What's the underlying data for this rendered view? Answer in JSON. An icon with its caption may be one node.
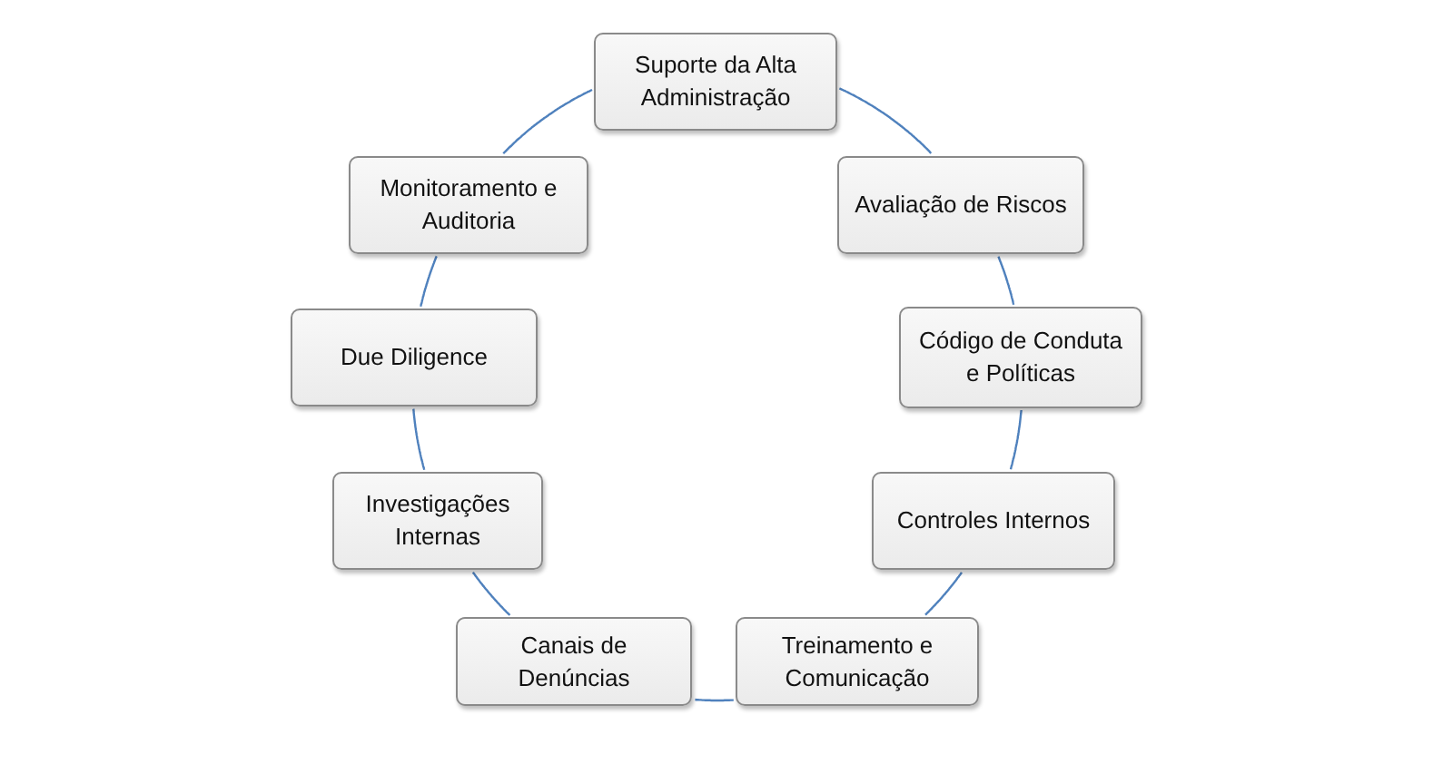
{
  "diagram": {
    "nodes": [
      {
        "text": [
          "Suporte da Alta Administração"
        ]
      },
      {
        "text": [
          "Avaliação de Riscos"
        ]
      },
      {
        "text": [
          "Código de Conduta e Políticas"
        ]
      },
      {
        "text": [
          "Controles Internos"
        ]
      },
      {
        "text": [
          "Treinamento e Comunicação"
        ]
      },
      {
        "text": [
          "Canais de Denúncias"
        ]
      },
      {
        "text": [
          "Investigações Internas"
        ]
      },
      {
        "text": [
          "Due Diligence"
        ]
      },
      {
        "text": [
          "Monitoramento e Auditoria"
        ]
      }
    ],
    "edges": [
      {
        "from": 0,
        "to": 1,
        "arrow": "none"
      },
      {
        "from": 1,
        "to": 2,
        "arrow": "none"
      },
      {
        "from": 2,
        "to": 3,
        "arrow": "none"
      },
      {
        "from": 3,
        "to": 4,
        "arrow": "none"
      },
      {
        "from": 4,
        "to": 5,
        "arrow": "none"
      },
      {
        "from": 5,
        "to": 6,
        "arrow": "none"
      },
      {
        "from": 6,
        "to": 7,
        "arrow": "none"
      },
      {
        "from": 7,
        "to": 8,
        "arrow": "none"
      },
      {
        "from": 8,
        "to": 0,
        "arrow": "none"
      }
    ]
  }
}
